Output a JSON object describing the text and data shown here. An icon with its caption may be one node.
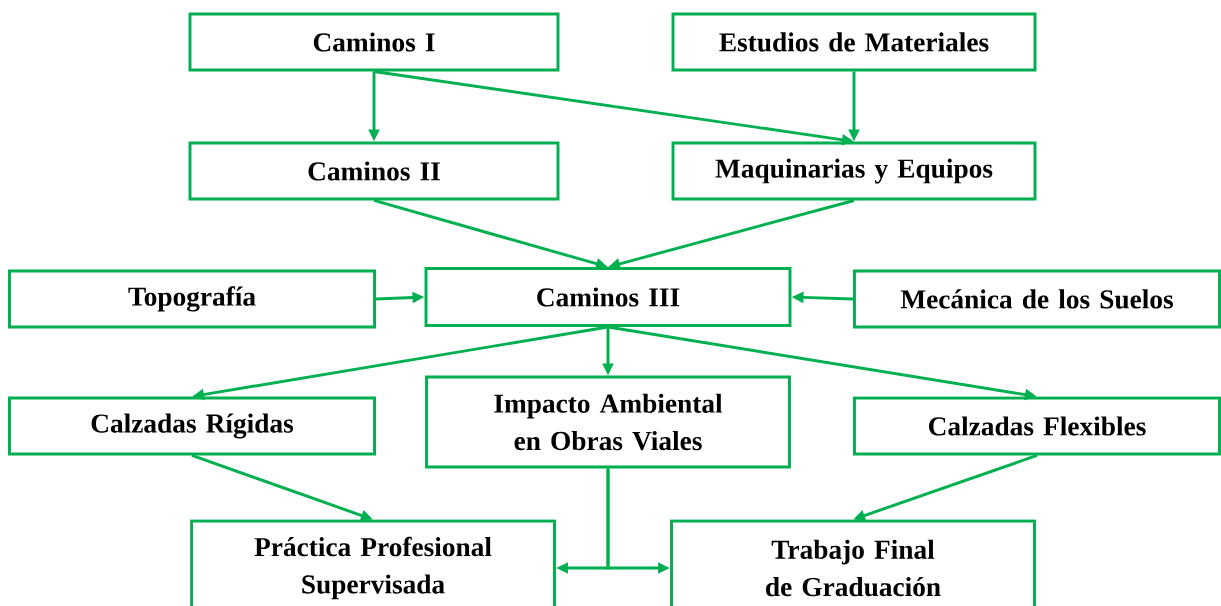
{
  "diagram": {
    "nodes": [
      {
        "text": [
          "Caminos I"
        ]
      },
      {
        "text": [
          "Estudios de Materiales"
        ]
      },
      {
        "text": [
          "Caminos II"
        ]
      },
      {
        "text": [
          "Maquinarias y Equipos"
        ]
      },
      {
        "text": [
          "Topografía"
        ]
      },
      {
        "text": [
          "Caminos III"
        ]
      },
      {
        "text": [
          "Mecánica de los Suelos"
        ]
      },
      {
        "text": [
          "Calzadas Rígidas"
        ]
      },
      {
        "text": [
          "Impacto Ambiental en Obras Viales"
        ]
      },
      {
        "text": [
          "Calzadas Flexibles"
        ]
      },
      {
        "text": [
          "Práctica Profesional Supervisada"
        ]
      },
      {
        "text": [
          "Trabajo Final de Graduación"
        ]
      }
    ],
    "edges": [
      {
        "from": 0,
        "to": 2,
        "arrow": "to"
      },
      {
        "from": 0,
        "to": 3,
        "arrow": "to"
      },
      {
        "from": 1,
        "to": 3,
        "arrow": "to"
      },
      {
        "from": 2,
        "to": 5,
        "arrow": "to"
      },
      {
        "from": 3,
        "to": 5,
        "arrow": "to"
      },
      {
        "from": 4,
        "to": 5,
        "arrow": "to"
      },
      {
        "from": 6,
        "to": 5,
        "arrow": "to"
      },
      {
        "from": 5,
        "to": 7,
        "arrow": "to"
      },
      {
        "from": 5,
        "to": 8,
        "arrow": "to"
      },
      {
        "from": 5,
        "to": 9,
        "arrow": "to"
      },
      {
        "from": 7,
        "to": 10,
        "arrow": "to"
      },
      {
        "from": 9,
        "to": 11,
        "arrow": "to"
      },
      {
        "from": 8,
        "to": 10,
        "arrow": "to"
      },
      {
        "from": 8,
        "to": 11,
        "arrow": "to"
      }
    ]
  }
}
